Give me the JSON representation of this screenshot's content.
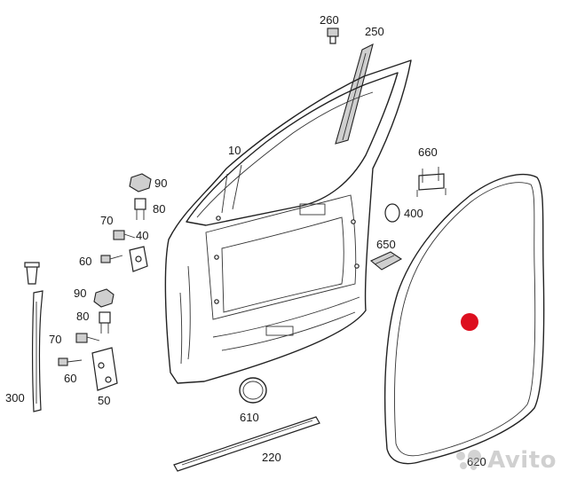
{
  "callouts": {
    "c260": "260",
    "c250": "250",
    "c10": "10",
    "c660": "660",
    "c90a": "90",
    "c80a": "80",
    "c400": "400",
    "c70a": "70",
    "c40": "40",
    "c650": "650",
    "c60a": "60",
    "c90b": "90",
    "c80b": "80",
    "c70b": "70",
    "c60b": "60",
    "c300": "300",
    "c50": "50",
    "c610": "610",
    "c220": "220",
    "c620": "620"
  },
  "watermark": {
    "text": "Avito"
  },
  "colors": {
    "marker": "#dd0f1f",
    "ink": "#222222"
  }
}
